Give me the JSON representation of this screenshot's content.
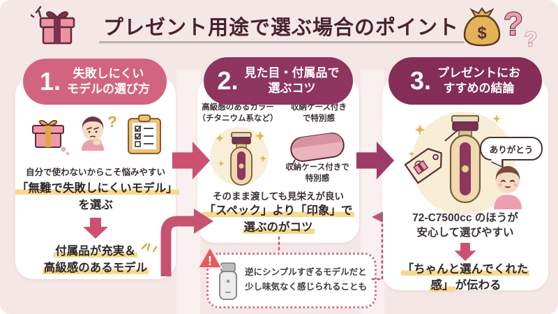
{
  "header": {
    "title": "プレゼント用途で選ぶ場合のポイント",
    "dollar": "$",
    "question_large": "?",
    "question_small": "?"
  },
  "icons": [
    "gift-icon",
    "sparkle-icon",
    "money-bag-icon",
    "question-mark-icon",
    "thinking-person-icon",
    "checklist-icon",
    "shaver-icon",
    "case-icon",
    "warning-icon",
    "gift-tag-icon",
    "happy-person-icon",
    "speech-bubble"
  ],
  "colors": {
    "background": "#f6e7e7",
    "card": "#ffffff",
    "pill_rose": "#d2647f",
    "pill_plum": "#8e3560",
    "pill_dark_plum": "#842d56",
    "arrow_rose": "#cc5170",
    "arrow_plum": "#9e3a66",
    "elbow_arrow": "#c6536f",
    "highlight_yellow": "#f7d98c",
    "warning_red": "#e25c5c",
    "title_text": "#47222f"
  },
  "warning_mark": "!",
  "columns": [
    {
      "number": "1.",
      "heading_lines": [
        "失敗しにくい",
        "モデルの選び方"
      ],
      "body": {
        "note": "自分で使わないからこそ悩みやすい",
        "main_line1": "「無難で失敗しにくいモデル」",
        "main_line2": "を選ぶ",
        "result_line1": "付属品が充実＆",
        "result_line2": "高級感のあるモデル"
      }
    },
    {
      "number": "2.",
      "heading_lines": [
        "見た目・付属品で",
        "選ぶコツ"
      ],
      "body": {
        "label_left_line1": "高級感のあるカラー",
        "label_left_line2": "（チタニウム系など）",
        "label_right_line1": "収納ケース付き",
        "label_right_line2": "で特別感",
        "case_caption_line1": "収納ケース付きで",
        "case_caption_line2": "特別感",
        "note": "そのまま渡しても見栄えが良い",
        "main_line1": "「スペック」より「印象」で",
        "main_line2": "選ぶのがコツ"
      },
      "callout": {
        "line1": "逆にシンプルすぎるモデルだと",
        "line2": "少し味気なく感じられることも"
      }
    },
    {
      "number": "3.",
      "heading_lines": [
        "プレゼントにお",
        "すすめの結論"
      ],
      "body": {
        "speech": "ありがとう",
        "model_line1": "72-C7500cc のほうが",
        "model_line2": "安心して選びやすい",
        "result_line1": "「ちゃんと選んでくれた",
        "result_line2_highlight": "感」",
        "result_line2_rest": "が伝わる"
      }
    }
  ]
}
